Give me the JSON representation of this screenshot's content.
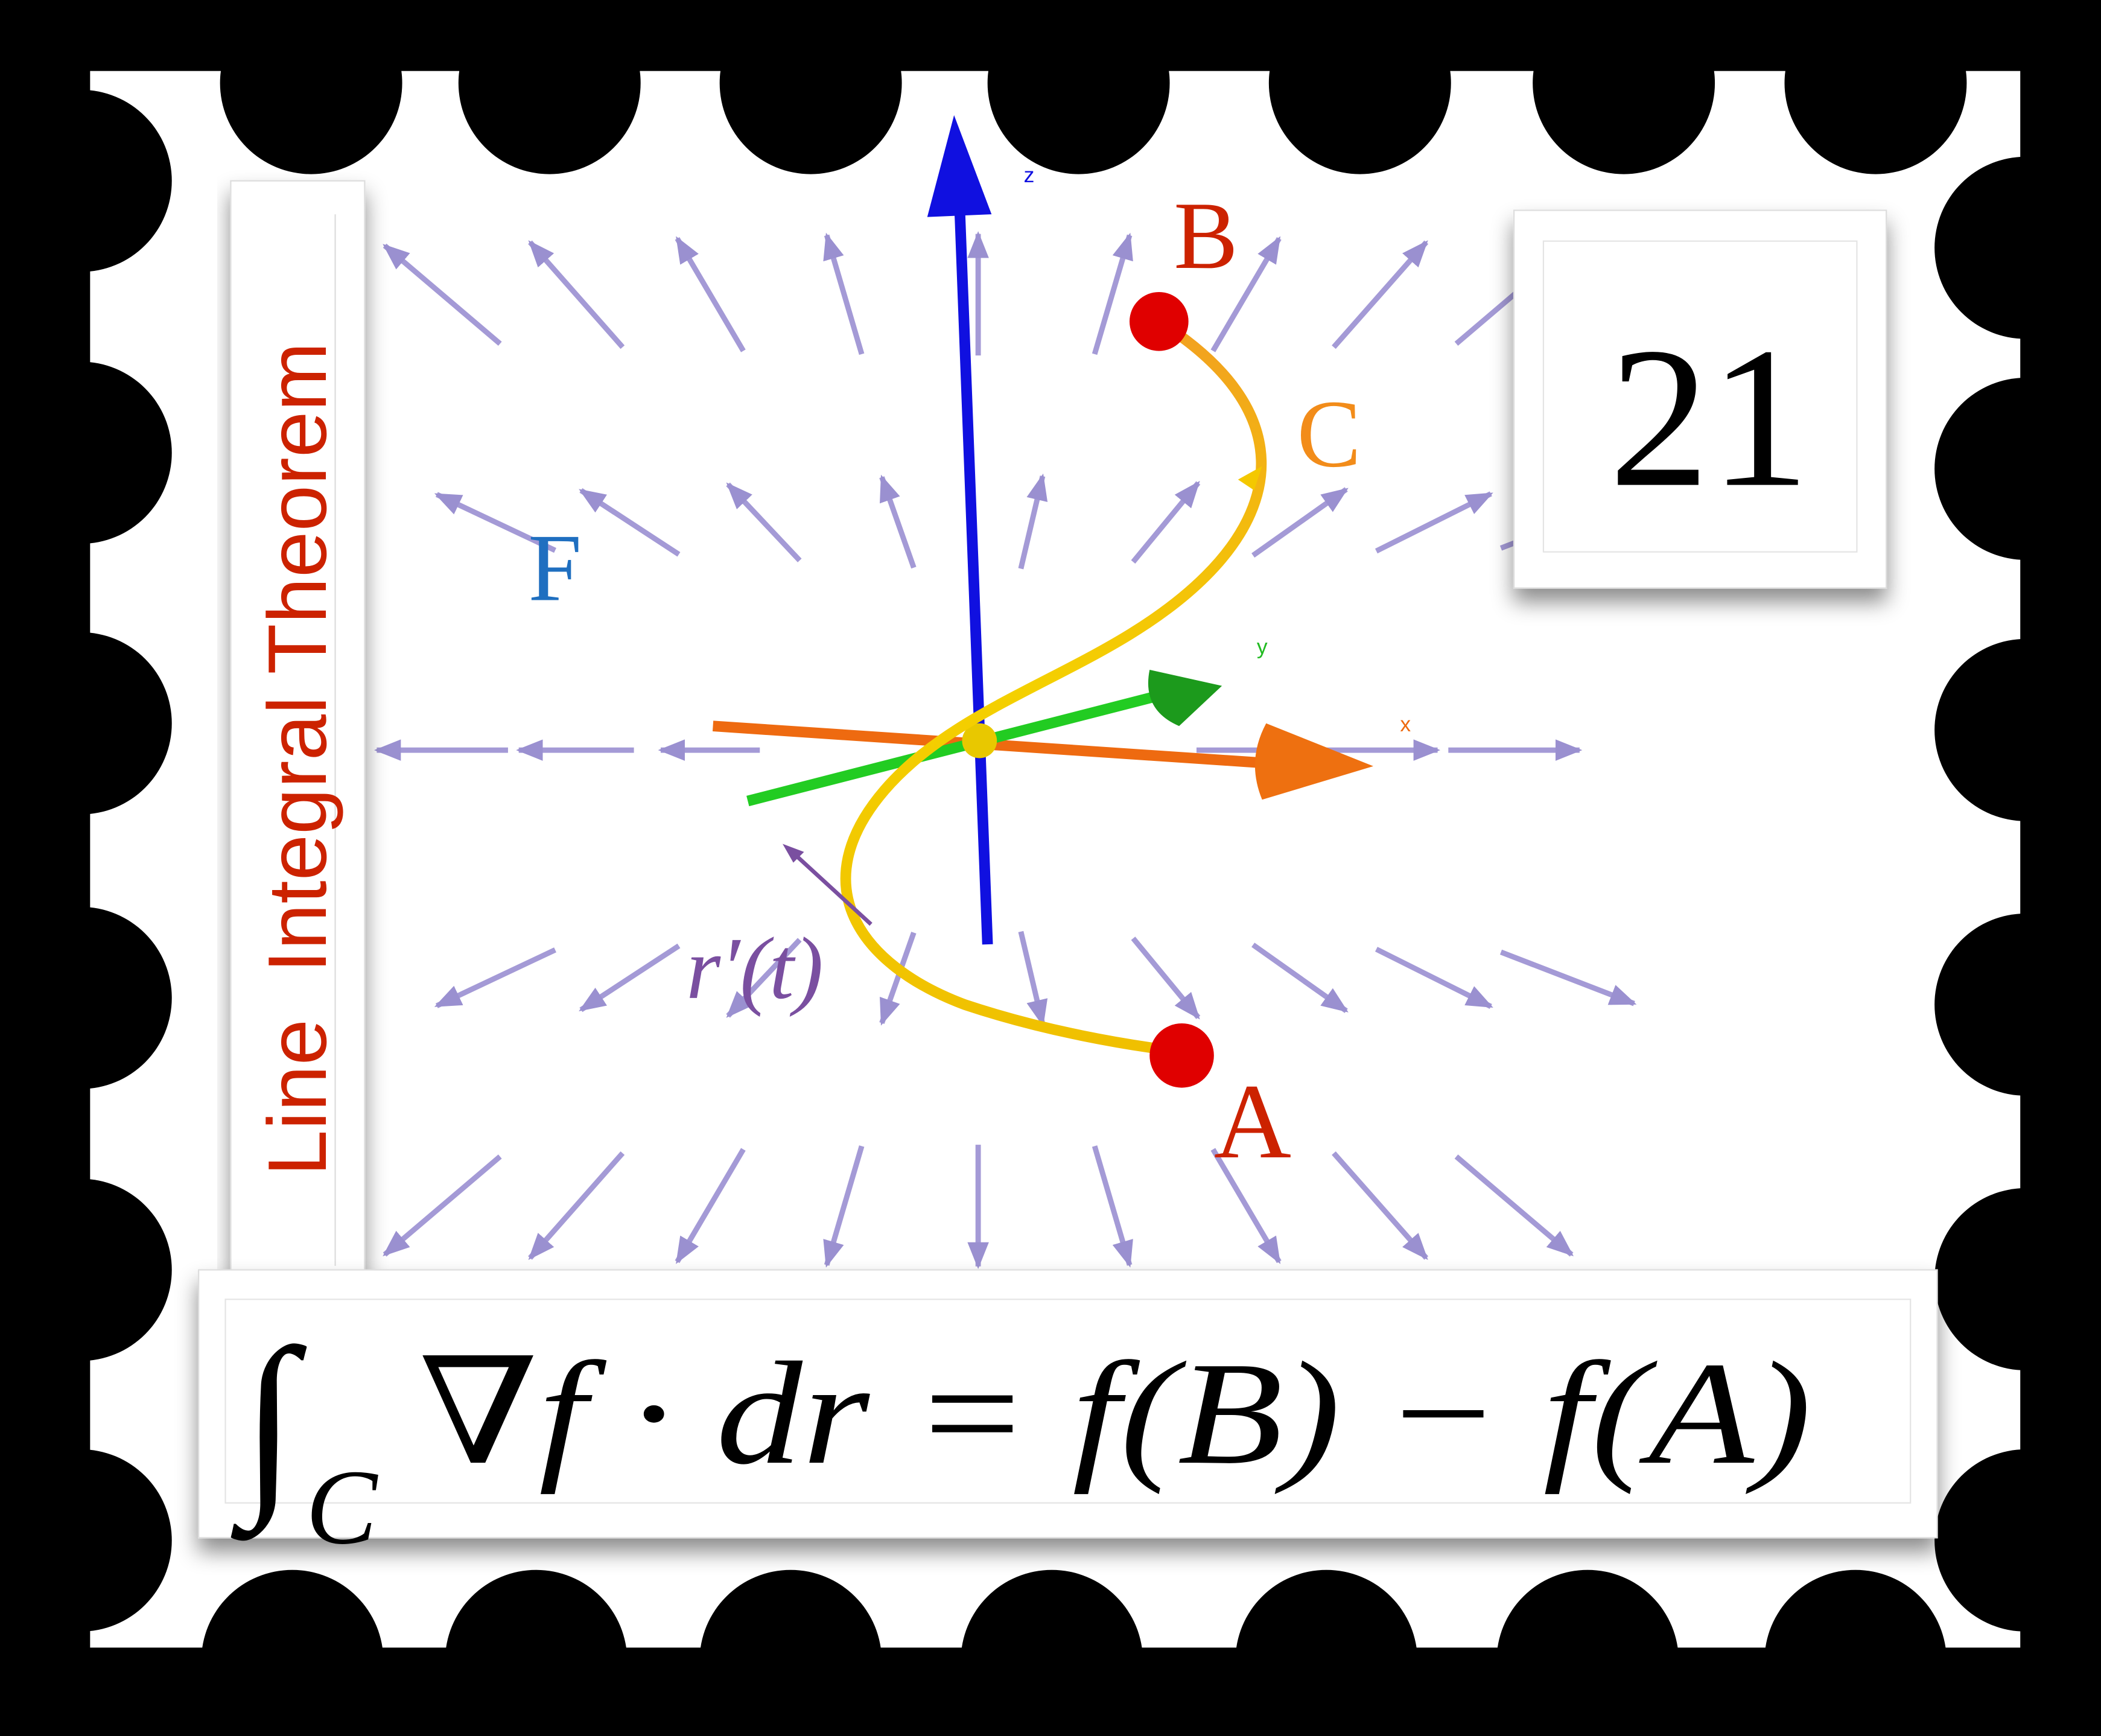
{
  "stamp": {
    "side_title": "Line  Integral Theorem",
    "value": "21",
    "formula": {
      "integral": "∫",
      "subscript": "C",
      "body": "∇f · dr = f(B) − f(A)"
    }
  },
  "diagram": {
    "point_b": "B",
    "point_a": "A",
    "curve_label": "C",
    "field_label": "F",
    "tangent_label": "r′(t)",
    "axis_x": "x",
    "axis_y": "y",
    "axis_z": "z"
  },
  "colors": {
    "background": "#000000",
    "paper": "#ffffff",
    "title_red": "#cc2200",
    "point_red": "#e00000",
    "curve_orange": "#f28c1a",
    "field_blue": "#1f6fc0",
    "tangent_purple": "#7a4fa0",
    "arrow_lavender": "#a49ad6",
    "axis_z": "#1010e0",
    "axis_x": "#ee6a10",
    "axis_y": "#22bb22"
  }
}
